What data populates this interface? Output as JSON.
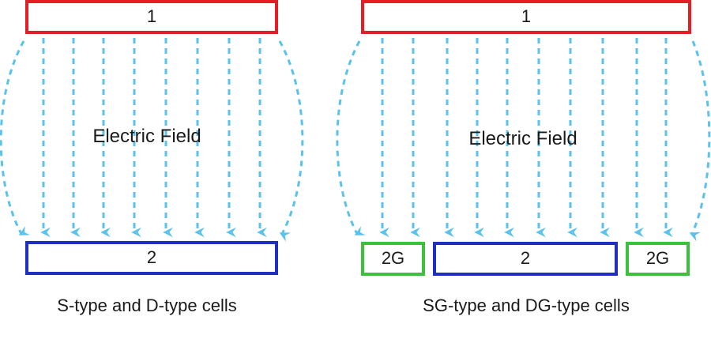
{
  "colors": {
    "plate1": "#e31e24",
    "plate2": "#1f2fbf",
    "guard": "#3ac23a",
    "field": "#5bc2ec",
    "text": "#1a1a1a"
  },
  "left_panel": {
    "top_plate_label": "1",
    "bottom_plate_label": "2",
    "field_label": "Electric Field",
    "caption": "S-type and D-type cells"
  },
  "right_panel": {
    "top_plate_label": "1",
    "bottom_plate_label": "2",
    "guard_left_label": "2G",
    "guard_right_label": "2G",
    "field_label": "Electric Field",
    "caption": "SG-type and DG-type cells"
  }
}
